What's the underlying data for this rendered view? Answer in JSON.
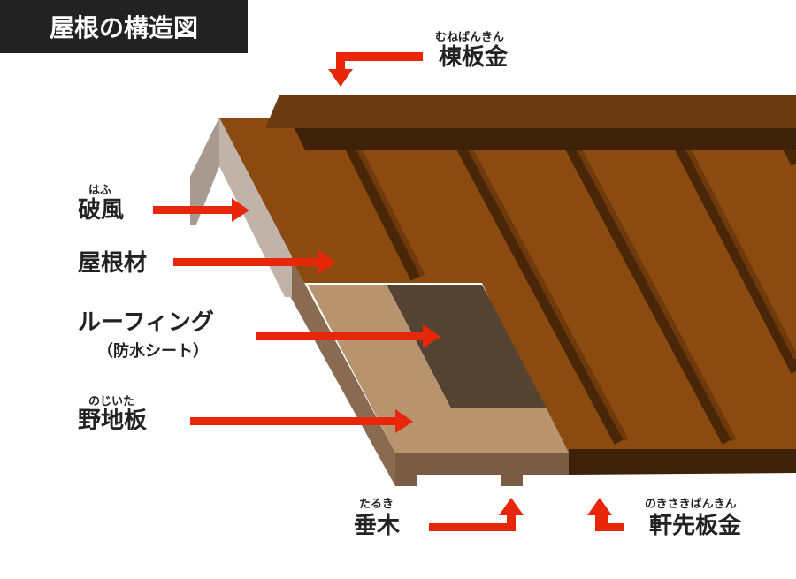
{
  "title": "屋根の構造図",
  "colors": {
    "arrow": "#e8260a",
    "roof": "#8b4a10",
    "ridge": "#6b3a0e",
    "underlay": "#544232",
    "sheathing": "#b8946e",
    "gable": "#c0b4aa"
  },
  "labels": {
    "ridge_cap": {
      "ruby": "むねばんきん",
      "text": "棟板金"
    },
    "gable_board": {
      "ruby": "はふ",
      "text": "破風"
    },
    "roofing_material": {
      "text": "屋根材"
    },
    "underlayment": {
      "text": "ルーフィング",
      "sub": "（防水シート）"
    },
    "sheathing": {
      "ruby": "のじいた",
      "text": "野地板"
    },
    "rafter": {
      "ruby": "たるき",
      "text": "垂木"
    },
    "eave_flashing": {
      "ruby": "のきさきばんきん",
      "text": "軒先板金"
    }
  }
}
